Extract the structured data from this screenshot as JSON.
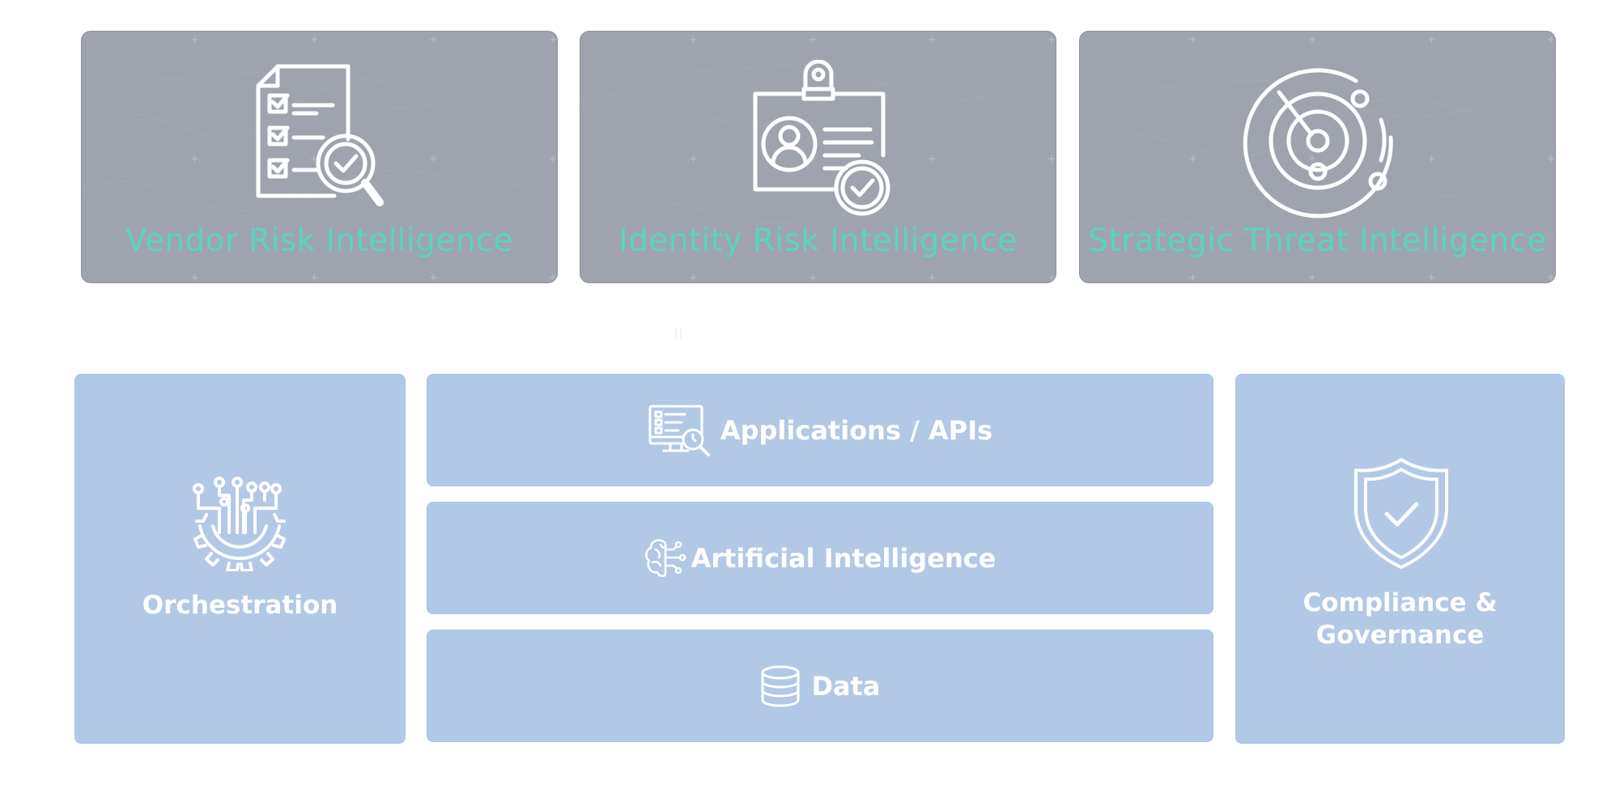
{
  "top_cards": [
    {
      "label": "Vendor Risk Intelligence",
      "icon": "checklist-magnifier-icon"
    },
    {
      "label": "Identity Risk Intelligence",
      "icon": "id-badge-check-icon"
    },
    {
      "label": "Strategic Threat Intelligence",
      "icon": "radar-icon"
    }
  ],
  "layers": {
    "orchestration": {
      "label": "Orchestration",
      "icon": "circuit-gear-icon"
    },
    "applications": {
      "label": "Applications / APIs",
      "icon": "monitor-search-icon"
    },
    "ai": {
      "label": "Artificial Intelligence",
      "icon": "brain-circuit-icon"
    },
    "data": {
      "label": "Data",
      "icon": "database-icon"
    },
    "compliance": {
      "label_line1": "Compliance &",
      "label_line2": "Governance",
      "icon": "shield-check-icon"
    }
  },
  "colors": {
    "card_bg": "#9ea3ad",
    "card_label": "#5ad3c0",
    "block_bg": "#b1c9e6",
    "block_text": "#ffffff"
  }
}
